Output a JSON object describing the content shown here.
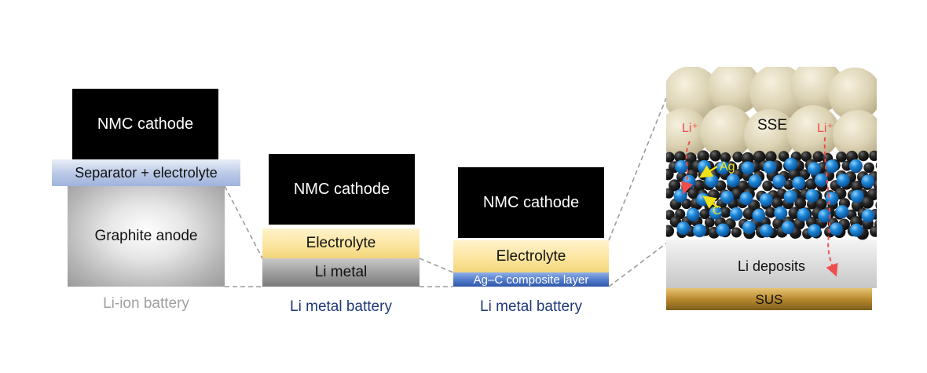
{
  "stack_liion": {
    "cathode": "NMC cathode",
    "separator": "Separator + electrolyte",
    "anode": "Graphite anode",
    "caption": "Li-ion battery"
  },
  "stack_limetal": {
    "cathode": "NMC cathode",
    "electrolyte": "Electrolyte",
    "anode": "Li metal",
    "caption": "Li metal battery"
  },
  "stack_agc": {
    "cathode": "NMC cathode",
    "electrolyte": "Electrolyte",
    "layer": "Ag–C composite layer",
    "caption": "Li metal battery"
  },
  "zoom": {
    "sse": "SSE",
    "li_ion_left": "Li⁺",
    "li_ion_right": "Li⁺",
    "ag": "Ag",
    "c": "C",
    "deposits": "Li deposits",
    "sus": "SUS"
  },
  "colors": {
    "caption_gray": "#a0a0a0",
    "caption_blue": "#1f3a78",
    "particle_blue": "#1e88d8",
    "particle_black": "#1a1a1a",
    "sse_beige": "#dcd3b4",
    "arrow_red": "#ef4e4e",
    "annotation_yellow": "#f0e21a"
  }
}
